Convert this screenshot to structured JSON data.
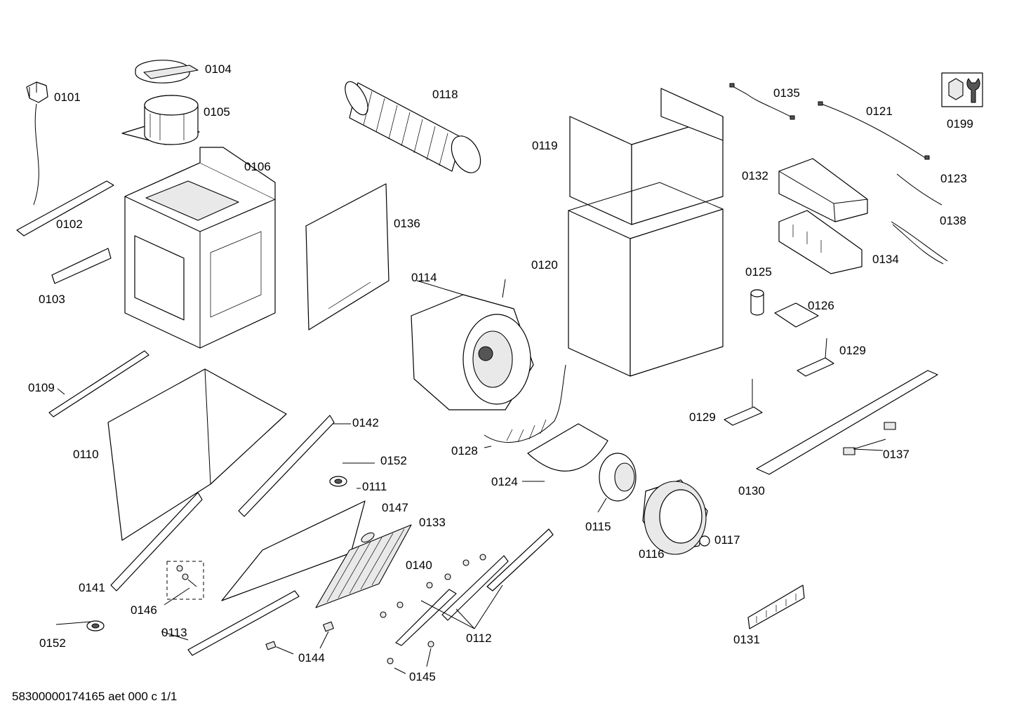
{
  "labels": {
    "p0101": "0101",
    "p0102": "0102",
    "p0103": "0103",
    "p0104": "0104",
    "p0105": "0105",
    "p0106": "0106",
    "p0109": "0109",
    "p0110": "0110",
    "p0111": "0111",
    "p0112": "0112",
    "p0113": "0113",
    "p0114": "0114",
    "p0115": "0115",
    "p0116": "0116",
    "p0117": "0117",
    "p0118": "0118",
    "p0119": "0119",
    "p0120": "0120",
    "p0121": "0121",
    "p0123": "0123",
    "p0124": "0124",
    "p0125": "0125",
    "p0126": "0126",
    "p0128": "0128",
    "p0129a": "0129",
    "p0129b": "0129",
    "p0130": "0130",
    "p0131": "0131",
    "p0132": "0132",
    "p0133": "0133",
    "p0134": "0134",
    "p0135": "0135",
    "p0136": "0136",
    "p0137": "0137",
    "p0138": "0138",
    "p0140": "0140",
    "p0141": "0141",
    "p0142": "0142",
    "p0144": "0144",
    "p0145": "0145",
    "p0146": "0146",
    "p0147": "0147",
    "p0152a": "0152",
    "p0152b": "0152",
    "p0199": "0199"
  },
  "footer": "58300000174165 aet 000 c 1/1",
  "icons": {
    "service_tool": "wrench-nut-icon"
  }
}
